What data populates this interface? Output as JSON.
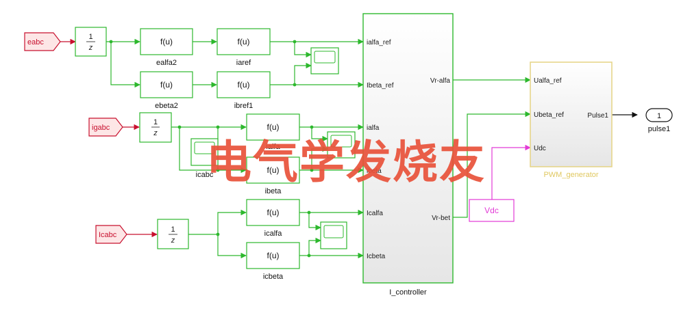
{
  "inports": {
    "eabc": "eabc",
    "igabc": "igabc",
    "icabc_in": "Icabc"
  },
  "delay": {
    "num": "1",
    "den": "z"
  },
  "fcn": {
    "expr": "f(u)"
  },
  "blocks": {
    "ealfa2": "ealfa2",
    "ebeta2": "ebeta2",
    "iaref": "iaref",
    "ibref1": "ibref1",
    "ialfa": "ialfa",
    "ibeta": "ibeta",
    "icalfa": "icalfa",
    "icbeta": "icbeta",
    "scope_icabc": "icabc"
  },
  "controller": {
    "name": "I_controller",
    "inputs": [
      "ialfa_ref",
      "Ibeta_ref",
      "ialfa",
      "ibeta",
      "Icalfa",
      "Icbeta"
    ],
    "outputs": [
      "Vr-alfa",
      "Vr-bet"
    ]
  },
  "pwm": {
    "name": "PWM_generator",
    "inputs": [
      "Ualfa_ref",
      "Ubeta_ref",
      "Udc"
    ],
    "output": "Pulse1"
  },
  "vdc": {
    "label": "Vdc"
  },
  "outport": {
    "number": "1",
    "name": "pulse1"
  },
  "watermark": "电气学发烧友",
  "colors": {
    "wire": "#2db82d",
    "inport": "#c8102e",
    "vdc": "#e23ad6",
    "pwm_border": "#e6d58a",
    "pwm_name": "#e0c860",
    "watermark": "#e8513a"
  }
}
